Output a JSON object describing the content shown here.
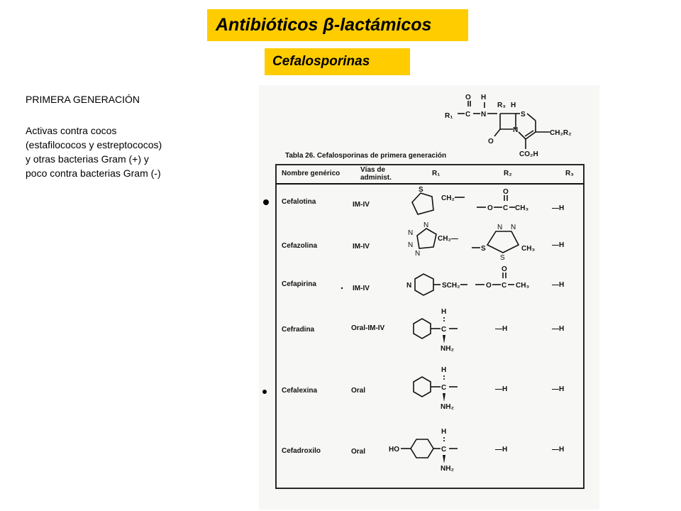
{
  "header": {
    "title": "Antibióticos β-lactámicos",
    "subtitle": "Cefalosporinas"
  },
  "section": {
    "heading": "PRIMERA GENERACIÓN",
    "description_lines": [
      "Activas contra cocos",
      "(estafilococos y estreptococos)",
      "y otras bacterias Gram (+) y",
      "poco contra bacterias Gram (-)"
    ]
  },
  "figure": {
    "core_labels": {
      "r1": "R₁",
      "r2": "CH₂R₂",
      "r3": "R₃",
      "h": "H",
      "s": "S",
      "n": "N",
      "o": "O",
      "c": "C",
      "co2h": "CO₂H"
    },
    "table_title": "Tabla 26.  Cefalosporinas de primera generación",
    "columns": {
      "name": "Nombre genérico",
      "route_line1": "Vías de",
      "route_line2": "administ.",
      "r1": "R₁",
      "r2": "R₂",
      "r3": "R₃"
    },
    "rows": [
      {
        "name": "Cefalotina",
        "route": "IM-IV",
        "r1": "thienyl-CH₂—",
        "r2": "—O—C(=O)—CH₃",
        "r3": "—H"
      },
      {
        "name": "Cefazolina",
        "route": "IM-IV",
        "r1": "tetrazolyl-N—CH₂—",
        "r2": "—S—thiadiazole—CH₃",
        "r3": "—H"
      },
      {
        "name": "Cefapirina",
        "route": "IM-IV",
        "r1": "pyridyl—SCH₂—",
        "r2": "—O—C(=O)—CH₃",
        "r3": "—H"
      },
      {
        "name": "Cefradina",
        "route": "Oral-IM-IV",
        "r1": "dihydrophenyl—C(H)(NH₂)—",
        "r2": "—H",
        "r3": "—H"
      },
      {
        "name": "Cefalexina",
        "route": "Oral",
        "r1": "phenyl—C(H)(NH₂)—",
        "r2": "—H",
        "r3": "—H"
      },
      {
        "name": "Cefadroxilo",
        "route": "Oral",
        "r1": "HO—phenyl—C(H)(NH₂)—",
        "r2": "—H",
        "r3": "—H"
      }
    ],
    "chem_text": {
      "ch2": "CH₂",
      "ch2_dash": "CH₂—",
      "ch3": "CH₃",
      "sch2": "SCH₂",
      "nh2": "NH₂",
      "ho": "HO",
      "minus_h": "—H"
    }
  }
}
